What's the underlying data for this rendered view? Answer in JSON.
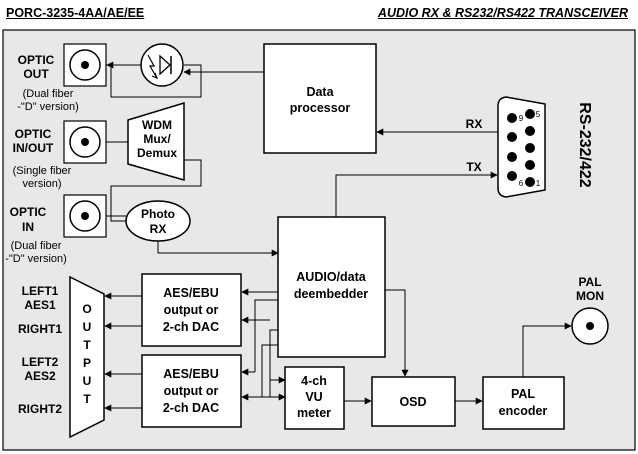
{
  "header": {
    "model": "PORC-3235-4AA/AE/EE",
    "title": "AUDIO RX & RS232/RS422 TRANSCEIVER"
  },
  "optic": {
    "out_label_1": "OPTIC",
    "out_label_2": "OUT",
    "out_note_1": "(Dual fiber",
    "out_note_2": "-\"D\" version)",
    "inout_label_1": "OPTIC",
    "inout_label_2": "IN/OUT",
    "inout_note_1": "(Single fiber",
    "inout_note_2": "version)",
    "in_label_1": "OPTIC",
    "in_label_2": "IN",
    "in_note_1": "(Dual fiber",
    "in_note_2": "-\"D\" version)"
  },
  "blocks": {
    "wdm_1": "WDM",
    "wdm_2": "Mux/",
    "wdm_3": "Demux",
    "photo_1": "Photo",
    "photo_2": "RX",
    "data_proc_1": "Data",
    "data_proc_2": "processor",
    "audio_1": "AUDIO/data",
    "audio_2": "deembedder",
    "aes1_1": "AES/EBU",
    "aes1_2": "output or",
    "aes1_3": "2-ch DAC",
    "aes2_1": "AES/EBU",
    "aes2_2": "output or",
    "aes2_3": "2-ch DAC",
    "vu_1": "4-ch",
    "vu_2": "VU",
    "vu_3": "meter",
    "osd": "OSD",
    "pal_1": "PAL",
    "pal_2": "encoder"
  },
  "outputs": {
    "left1": "LEFT1",
    "aes1": "AES1",
    "right1": "RIGHT1",
    "left2": "LEFT2",
    "aes2": "AES2",
    "right2": "RIGHT2",
    "output_letters": [
      "O",
      "U",
      "T",
      "P",
      "U",
      "T"
    ]
  },
  "serial": {
    "rx": "RX",
    "tx": "TX",
    "connector": "RS-232/422",
    "pin_1": "1",
    "pin_5": "5",
    "pin_6": "6",
    "pin_9": "9"
  },
  "pal_mon": {
    "line1": "PAL",
    "line2": "MON"
  }
}
